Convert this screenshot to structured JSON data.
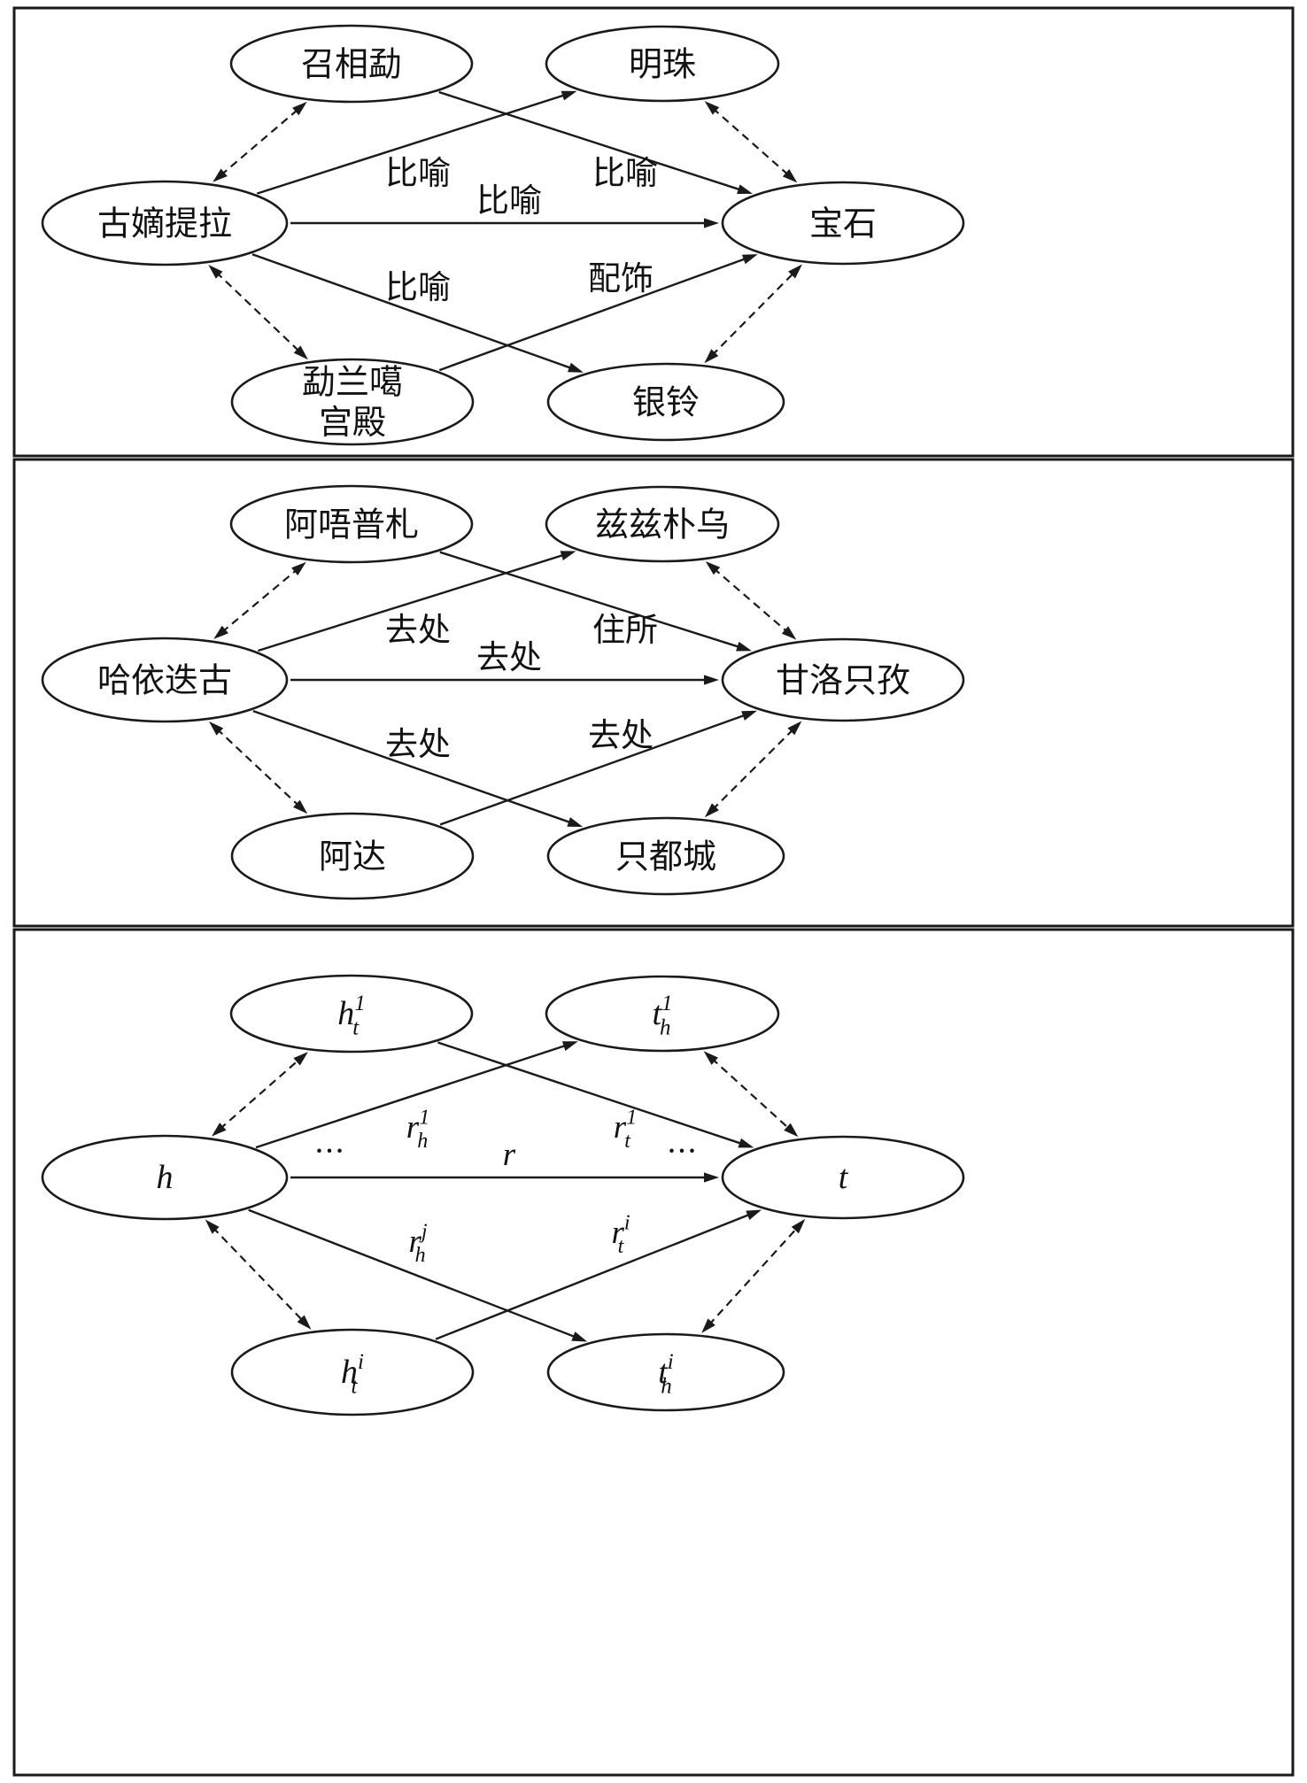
{
  "figure": {
    "colors": {
      "stroke": "#1a1a1a",
      "text": "#111111",
      "background": "#ffffff"
    },
    "panels": [
      {
        "name": "panel-1",
        "nodes": {
          "top_left": {
            "text": "召相勐"
          },
          "top_right": {
            "text": "明珠"
          },
          "left": {
            "text": "古嫡提拉"
          },
          "right": {
            "text": "宝石"
          },
          "bottom_left": {
            "lines": [
              "勐兰噶",
              "宫殿"
            ]
          },
          "bottom_right": {
            "text": "银铃"
          }
        },
        "edge_labels": {
          "upper_left": {
            "text": "比喻"
          },
          "center": {
            "text": "比喻"
          },
          "upper_right": {
            "text": "比喻"
          },
          "lower_left": {
            "text": "比喻"
          },
          "lower_right": {
            "text": "配饰"
          }
        }
      },
      {
        "name": "panel-2",
        "nodes": {
          "top_left": {
            "text": "阿唔普札"
          },
          "top_right": {
            "text": "兹兹朴乌"
          },
          "left": {
            "text": "哈依迭古"
          },
          "right": {
            "text": "甘洛只孜"
          },
          "bottom_left": {
            "text": "阿达"
          },
          "bottom_right": {
            "text": "只都城"
          }
        },
        "edge_labels": {
          "upper_left": {
            "text": "去处"
          },
          "center": {
            "text": "去处"
          },
          "upper_right": {
            "text": "住所"
          },
          "lower_left": {
            "text": "去处"
          },
          "lower_right": {
            "text": "去处"
          }
        }
      },
      {
        "name": "panel-3",
        "nodes": {
          "top_left": {
            "math": {
              "base": "h",
              "sub": "t",
              "sup": "1"
            }
          },
          "top_right": {
            "math": {
              "base": "t",
              "sub": "h",
              "sup": "1"
            }
          },
          "left": {
            "math": {
              "base": "h"
            }
          },
          "right": {
            "math": {
              "base": "t"
            }
          },
          "bottom_left": {
            "math": {
              "base": "h",
              "sub": "t",
              "sup": "i"
            }
          },
          "bottom_right": {
            "math": {
              "base": "t",
              "sub": "h",
              "sup": "i"
            }
          }
        },
        "edge_labels": {
          "upper_left": {
            "math": {
              "base": "r",
              "sub": "h",
              "sup": "1"
            }
          },
          "center": {
            "math": {
              "base": "r"
            }
          },
          "upper_right": {
            "math": {
              "base": "r",
              "sub": "t",
              "sup": "1"
            }
          },
          "lower_left": {
            "math": {
              "base": "r",
              "sub": "h",
              "sup": "j"
            }
          },
          "lower_right": {
            "math": {
              "base": "r",
              "sub": "t",
              "sup": "i"
            }
          }
        },
        "ellipsis": {
          "left": "...",
          "right": "..."
        }
      }
    ]
  }
}
